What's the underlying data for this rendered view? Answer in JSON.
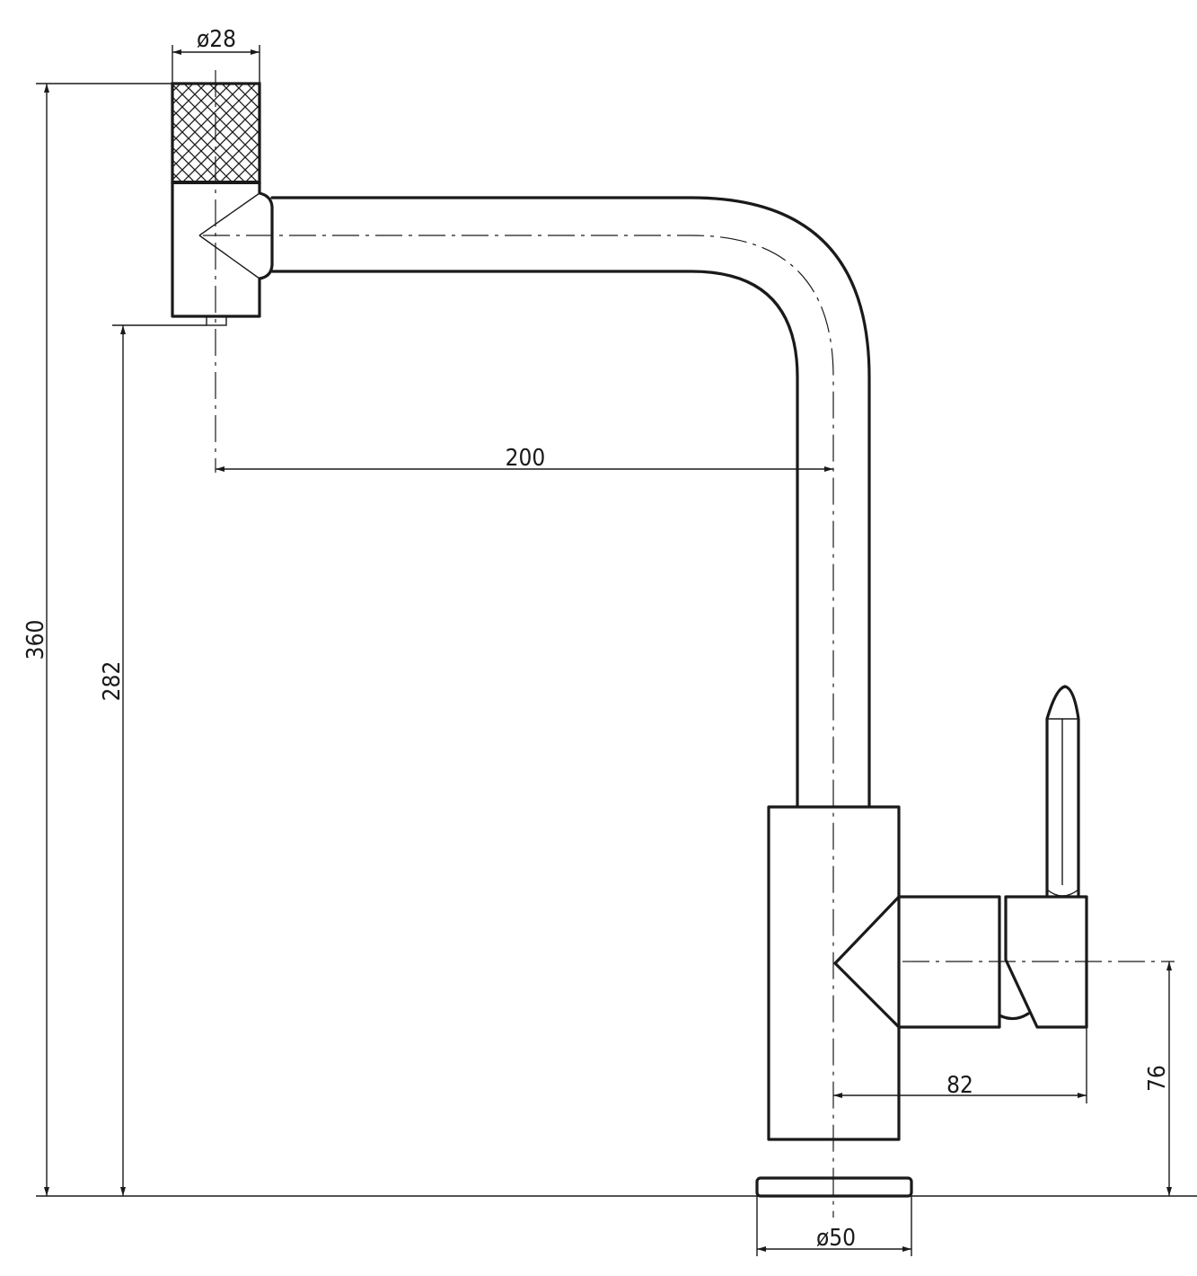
{
  "dimensions": {
    "spout_diameter": "ø28",
    "total_height": "360",
    "spout_height": "282",
    "spout_reach": "200",
    "handle_reach": "82",
    "handle_height": "76",
    "base_diameter": "ø50"
  }
}
